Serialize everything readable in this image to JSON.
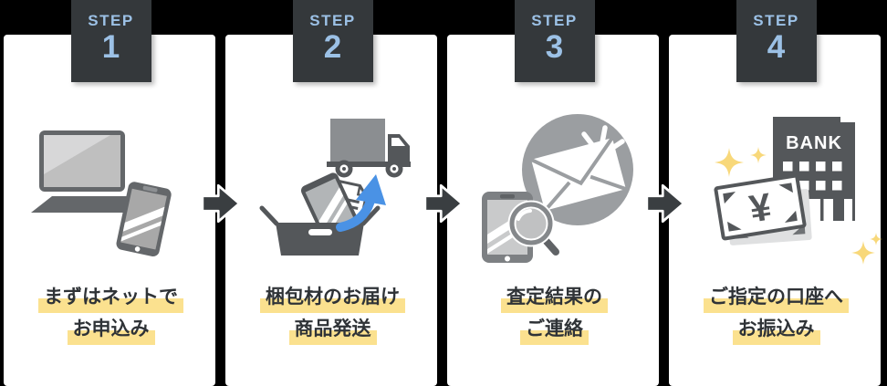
{
  "flow": {
    "arrow_icon": "right-arrow-icon",
    "colors": {
      "background": "#000000",
      "card": "#ffffff",
      "badge_bg": "#34383b",
      "badge_text": "#9cc1e6",
      "caption_text": "#2f3337",
      "caption_highlight": "#fbe18f",
      "arrow_dark": "#3a3e41",
      "icon_dark_gray": "#54575a",
      "icon_mid_gray": "#8b8e91",
      "icon_circle_gray": "#9b9ea1",
      "accent_blue": "#4a92e5",
      "sparkle_yellow": "#f8d87a"
    },
    "steps": [
      {
        "badge_label": "STEP",
        "badge_number": "1",
        "icon": "laptop-and-smartphone-icon",
        "caption_lines": [
          "まずはネットで",
          "お申込み"
        ]
      },
      {
        "badge_label": "STEP",
        "badge_number": "2",
        "icon": "packing-box-and-truck-icon",
        "caption_lines": [
          "梱包材のお届け",
          "商品発送"
        ]
      },
      {
        "badge_label": "STEP",
        "badge_number": "3",
        "icon": "mail-and-phone-assessment-icon",
        "caption_lines": [
          "査定結果の",
          "ご連絡"
        ]
      },
      {
        "badge_label": "STEP",
        "badge_number": "4",
        "icon": "bank-and-money-icon",
        "bank_sign": "BANK",
        "yen_symbol": "¥",
        "caption_lines": [
          "ご指定の口座へ",
          "お振込み"
        ]
      }
    ]
  }
}
